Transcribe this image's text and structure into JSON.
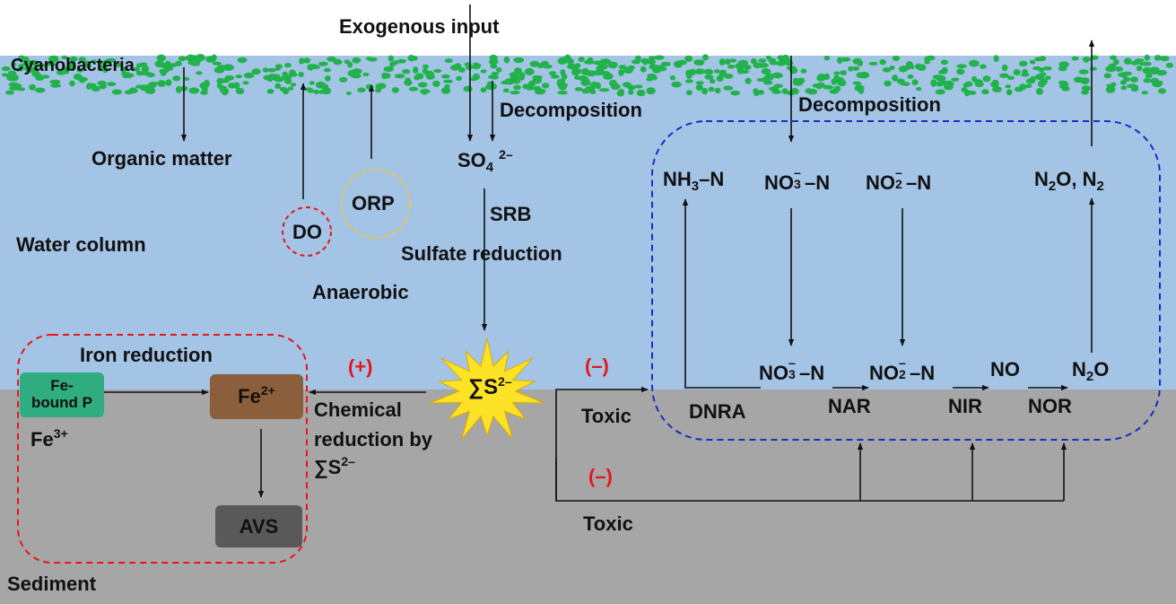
{
  "labels": {
    "exogenous_input": "Exogenous input",
    "cyanobacteria": "Cyanobacteria",
    "organic_matter": "Organic matter",
    "decomposition": "Decomposition",
    "sulfate_prefix": "SO",
    "sulfate_sub": "4",
    "sulfate_charge": "2–",
    "srb": "SRB",
    "sulfate_reduction": "Sulfate reduction",
    "do": "DO",
    "orp": "ORP",
    "water_column": "Water column",
    "anaerobic": "Anaerobic",
    "iron_reduction": "Iron reduction",
    "fe_bound_p_line1": "Fe-",
    "fe_bound_p_line2": "bound P",
    "fe3_base": "Fe",
    "fe3_charge": "3+",
    "fe2_base": "Fe",
    "fe2_charge": "2+",
    "avs": "AVS",
    "sediment": "Sediment",
    "positive_sign": "(+)",
    "negative_sign": "(–)",
    "chemical_reduction_line1": "Chemical",
    "chemical_reduction_line2": "reduction by",
    "sulfide_symbol": "∑S",
    "sulfide_charge": "2–",
    "toxic": "Toxic",
    "nh3_n_part1": "NH",
    "nh3_n_sub": "3",
    "nh3_n_part2": "–N",
    "no3_base": "NO",
    "no3_sup": "–",
    "no3_sub": "3",
    "no2_base": "NO",
    "no2_sup": "–",
    "no2_sub": "2",
    "n_suffix": "–N",
    "no": "NO",
    "n2o_part1": "N",
    "n2o_sub": "2",
    "n2o_part2": "O",
    "n2o_n2_part1": "N",
    "n2o_n2_sub1": "2",
    "n2o_n2_part2": "O, N",
    "n2o_n2_sub2": "2",
    "dnra": "DNRA",
    "nar": "NAR",
    "nir": "NIR",
    "nor": "NOR"
  },
  "colors": {
    "water": "#a4c4e6",
    "sediment": "#a6a6a6",
    "cyanobacteria": "#22b24c",
    "fe_bound_p_box": "#2fac80",
    "fe2_box": "#8b5e3c",
    "avs_box": "#595959",
    "starburst": "#fce325",
    "red_dashed": "#e8141c",
    "orp_dashed": "#f2c436",
    "nitrogen_box_dashed": "#1a2dbf",
    "sign_red": "#e8141c"
  },
  "icons": {
    "sulfide_burst": "starburst-icon",
    "cyanobacteria": "cell-dots"
  }
}
